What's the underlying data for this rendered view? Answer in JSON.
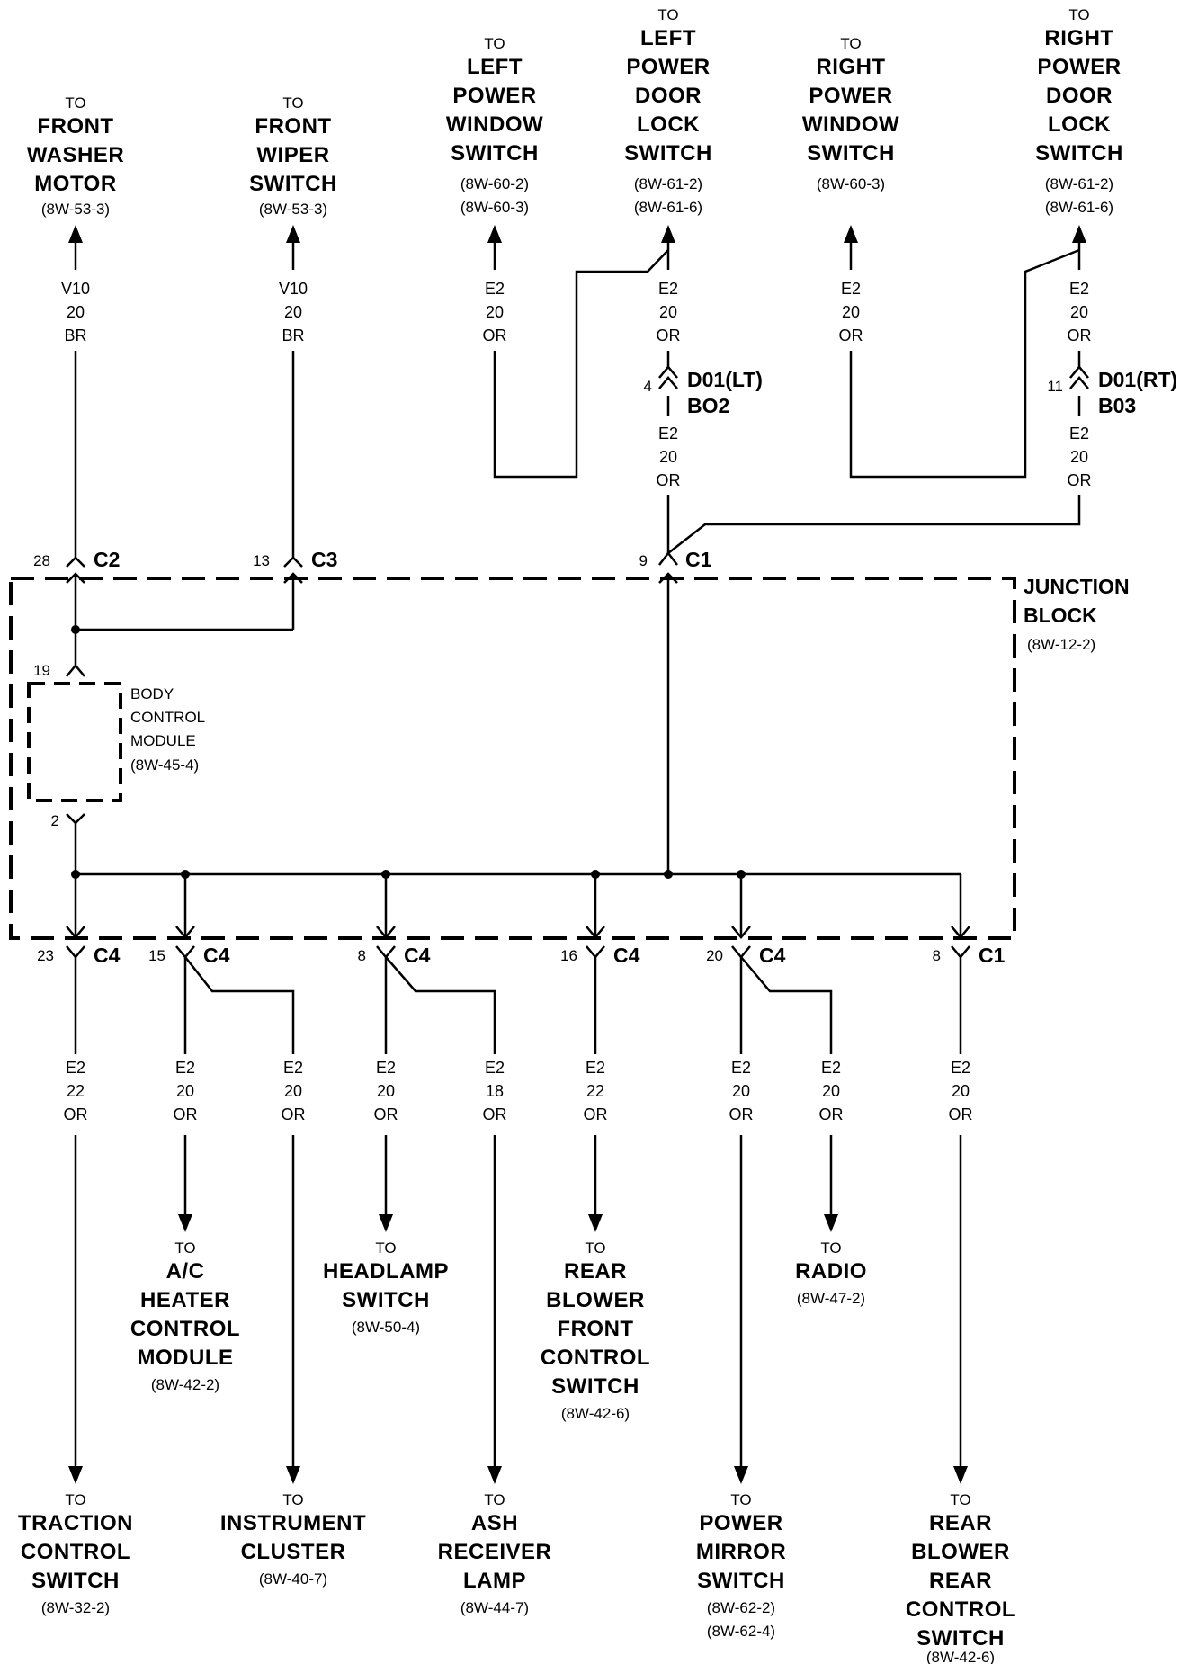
{
  "top": {
    "front_washer_motor": {
      "to": "TO",
      "lines": [
        "FRONT",
        "WASHER",
        "MOTOR"
      ],
      "refs": [
        "(8W-53-3)"
      ],
      "wire": [
        "V10",
        "20",
        "BR"
      ]
    },
    "front_wiper_switch": {
      "to": "TO",
      "lines": [
        "FRONT",
        "WIPER",
        "SWITCH"
      ],
      "refs": [
        "(8W-53-3)"
      ],
      "wire": [
        "V10",
        "20",
        "BR"
      ]
    },
    "left_power_window_switch": {
      "to": "TO",
      "lines": [
        "LEFT",
        "POWER",
        "WINDOW",
        "SWITCH"
      ],
      "refs": [
        "(8W-60-2)",
        "(8W-60-3)"
      ],
      "wire": [
        "E2",
        "20",
        "OR"
      ]
    },
    "left_power_door_lock_switch": {
      "to": "TO",
      "lines": [
        "LEFT",
        "POWER",
        "DOOR",
        "LOCK",
        "SWITCH"
      ],
      "refs": [
        "(8W-61-2)",
        "(8W-61-6)"
      ],
      "wire": [
        "E2",
        "20",
        "OR"
      ],
      "wire2": [
        "E2",
        "20",
        "OR"
      ],
      "connector": {
        "pin": "4",
        "name": "D01(LT)",
        "name2": "BO2"
      }
    },
    "right_power_window_switch": {
      "to": "TO",
      "lines": [
        "RIGHT",
        "POWER",
        "WINDOW",
        "SWITCH"
      ],
      "refs": [
        "(8W-60-3)"
      ],
      "wire": [
        "E2",
        "20",
        "OR"
      ]
    },
    "right_power_door_lock_switch": {
      "to": "TO",
      "lines": [
        "RIGHT",
        "POWER",
        "DOOR",
        "LOCK",
        "SWITCH"
      ],
      "refs": [
        "(8W-61-2)",
        "(8W-61-6)"
      ],
      "wire": [
        "E2",
        "20",
        "OR"
      ],
      "wire2": [
        "E2",
        "20",
        "OR"
      ],
      "connector": {
        "pin": "11",
        "name": "D01(RT)",
        "name2": "B03"
      }
    }
  },
  "junction_block": {
    "lines": [
      "JUNCTION",
      "BLOCK"
    ],
    "ref": "(8W-12-2)",
    "top_connectors": [
      {
        "pin": "28",
        "name": "C2"
      },
      {
        "pin": "13",
        "name": "C3"
      },
      {
        "pin": "9",
        "name": "C1"
      }
    ],
    "bcm": {
      "lines": [
        "BODY",
        "CONTROL",
        "MODULE"
      ],
      "ref": "(8W-45-4)",
      "pin_in": "19",
      "pin_out": "2"
    },
    "bottom_connectors": [
      {
        "pin": "23",
        "name": "C4"
      },
      {
        "pin": "15",
        "name": "C4"
      },
      {
        "pin": "8",
        "name": "C4"
      },
      {
        "pin": "16",
        "name": "C4"
      },
      {
        "pin": "20",
        "name": "C4"
      },
      {
        "pin": "8",
        "name": "C1"
      }
    ]
  },
  "bottom": {
    "traction_control_switch": {
      "to": "TO",
      "lines": [
        "TRACTION",
        "CONTROL",
        "SWITCH"
      ],
      "refs": [
        "(8W-32-2)"
      ],
      "wire": [
        "E2",
        "22",
        "OR"
      ]
    },
    "ac_heater_control_module": {
      "to": "TO",
      "lines": [
        "A/C",
        "HEATER",
        "CONTROL",
        "MODULE"
      ],
      "refs": [
        "(8W-42-2)"
      ],
      "wire": [
        "E2",
        "20",
        "OR"
      ]
    },
    "instrument_cluster": {
      "to": "TO",
      "lines": [
        "INSTRUMENT",
        "CLUSTER"
      ],
      "refs": [
        "(8W-40-7)"
      ],
      "wire": [
        "E2",
        "20",
        "OR"
      ]
    },
    "headlamp_switch": {
      "to": "TO",
      "lines": [
        "HEADLAMP",
        "SWITCH"
      ],
      "refs": [
        "(8W-50-4)"
      ],
      "wire": [
        "E2",
        "20",
        "OR"
      ]
    },
    "ash_receiver_lamp": {
      "to": "TO",
      "lines": [
        "ASH",
        "RECEIVER",
        "LAMP"
      ],
      "refs": [
        "(8W-44-7)"
      ],
      "wire": [
        "E2",
        "18",
        "OR"
      ]
    },
    "rear_blower_front_control_switch": {
      "to": "TO",
      "lines": [
        "REAR",
        "BLOWER",
        "FRONT",
        "CONTROL",
        "SWITCH"
      ],
      "refs": [
        "(8W-42-6)"
      ],
      "wire": [
        "E2",
        "22",
        "OR"
      ]
    },
    "power_mirror_switch": {
      "to": "TO",
      "lines": [
        "POWER",
        "MIRROR",
        "SWITCH"
      ],
      "refs": [
        "(8W-62-2)",
        "(8W-62-4)"
      ],
      "wire": [
        "E2",
        "20",
        "OR"
      ]
    },
    "radio": {
      "to": "TO",
      "lines": [
        "RADIO"
      ],
      "refs": [
        "(8W-47-2)"
      ],
      "wire": [
        "E2",
        "20",
        "OR"
      ]
    },
    "rear_blower_rear_control_switch": {
      "to": "TO",
      "lines": [
        "REAR",
        "BLOWER",
        "REAR",
        "CONTROL",
        "SWITCH"
      ],
      "refs": [
        "(8W-42-6)"
      ],
      "wire": [
        "E2",
        "20",
        "OR"
      ]
    }
  }
}
